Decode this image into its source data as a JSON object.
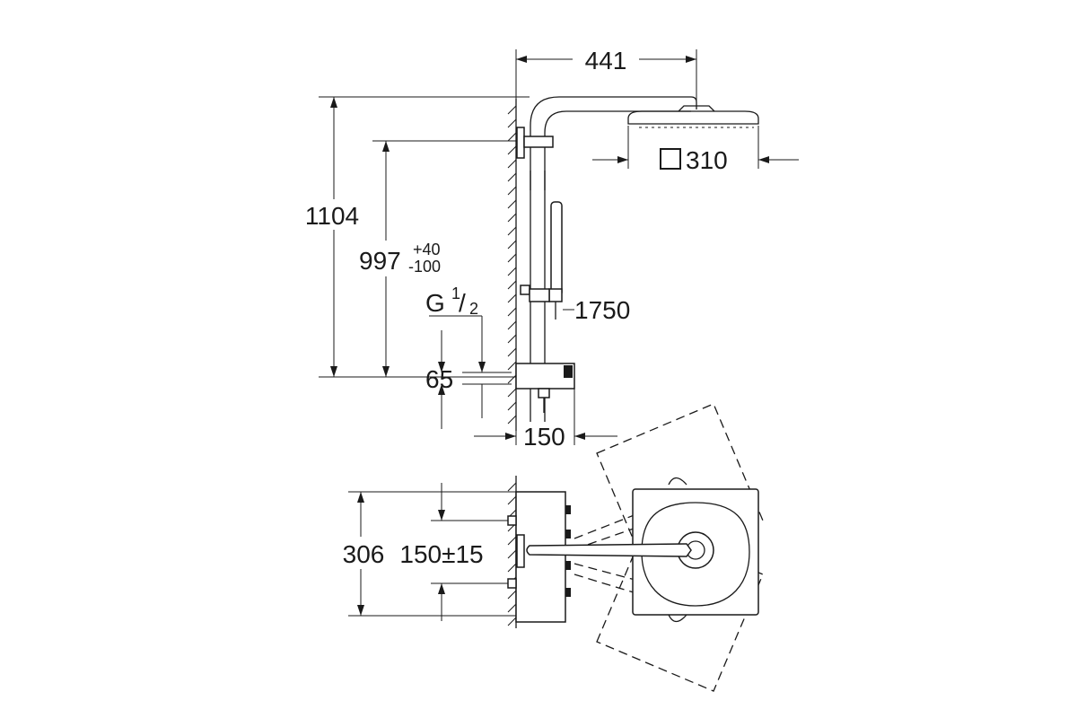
{
  "dimensions": {
    "width_top": "441",
    "head_size": "310",
    "total_height": "1104",
    "mid_height_base": "997",
    "mid_height_tol_plus": "+40",
    "mid_height_tol_minus": "-100",
    "thread_prefix": "G",
    "thread_num": "1",
    "thread_den": "2",
    "hose_length": "1750",
    "inlet_offset": "65",
    "mixer_depth": "150",
    "plan_width": "306",
    "inlet_spacing": "150±15"
  },
  "colors": {
    "line": "#1a1a1a",
    "background": "#ffffff"
  }
}
